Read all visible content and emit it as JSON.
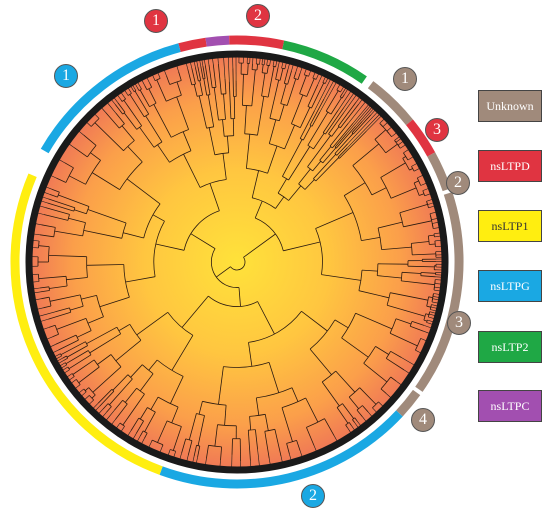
{
  "colors": {
    "unknown": "#a08a7b",
    "nsltpd": "#e03441",
    "nsltp1": "#ffee10",
    "nsltpg": "#1aa8e3",
    "nsltp2": "#1fa845",
    "nsltpc": "#a24fb0"
  },
  "legend": [
    {
      "label": "Unknown",
      "color": "#a08a7b",
      "text_color": "#ffffff"
    },
    {
      "label": "nsLTPD",
      "color": "#e03441",
      "text_color": "#ffffff"
    },
    {
      "label": "nsLTP1",
      "color": "#ffee10",
      "text_color": "#333333"
    },
    {
      "label": "nsLTPG",
      "color": "#1aa8e3",
      "text_color": "#ffffff"
    },
    {
      "label": "nsLTP2",
      "color": "#1fa845",
      "text_color": "#ffffff"
    },
    {
      "label": "nsLTPC",
      "color": "#a24fb0",
      "text_color": "#ffffff"
    }
  ],
  "badges": [
    {
      "label": "1",
      "group": "nsLTPD",
      "color": "#e03441"
    },
    {
      "label": "2",
      "group": "nsLTPD",
      "color": "#e03441"
    },
    {
      "label": "1",
      "group": "Unknown",
      "color": "#a08a7b"
    },
    {
      "label": "3",
      "group": "nsLTPD",
      "color": "#e03441"
    },
    {
      "label": "2",
      "group": "Unknown",
      "color": "#a08a7b"
    },
    {
      "label": "3",
      "group": "Unknown",
      "color": "#a08a7b"
    },
    {
      "label": "4",
      "group": "Unknown",
      "color": "#a08a7b"
    },
    {
      "label": "2",
      "group": "nsLTPG",
      "color": "#1aa8e3"
    },
    {
      "label": "1",
      "group": "nsLTPG",
      "color": "#1aa8e3"
    }
  ],
  "ring_segments": [
    {
      "group": "nsLTPD",
      "color": "#e03441",
      "start_deg": -15,
      "end_deg": -8
    },
    {
      "group": "nsLTPC",
      "color": "#a24fb0",
      "start_deg": -8,
      "end_deg": -2
    },
    {
      "group": "nsLTPD",
      "color": "#e03441",
      "start_deg": -2,
      "end_deg": 12
    },
    {
      "group": "nsLTP2",
      "color": "#1fa845",
      "start_deg": 12,
      "end_deg": 35
    },
    {
      "group": "Unknown",
      "color": "#a08a7b",
      "start_deg": 37,
      "end_deg": 51
    },
    {
      "group": "nsLTPD",
      "color": "#e03441",
      "start_deg": 51,
      "end_deg": 61
    },
    {
      "group": "Unknown",
      "color": "#a08a7b",
      "start_deg": 61,
      "end_deg": 71
    },
    {
      "group": "Unknown",
      "color": "#a08a7b",
      "start_deg": 72,
      "end_deg": 125
    },
    {
      "group": "Unknown",
      "color": "#a08a7b",
      "start_deg": 126,
      "end_deg": 133
    },
    {
      "group": "nsLTPG",
      "color": "#1aa8e3",
      "start_deg": 133,
      "end_deg": 200
    },
    {
      "group": "nsLTP1",
      "color": "#ffee10",
      "start_deg": 200,
      "end_deg": 293
    },
    {
      "group": "nsLTPG",
      "color": "#1aa8e3",
      "start_deg": 300,
      "end_deg": 345
    }
  ]
}
